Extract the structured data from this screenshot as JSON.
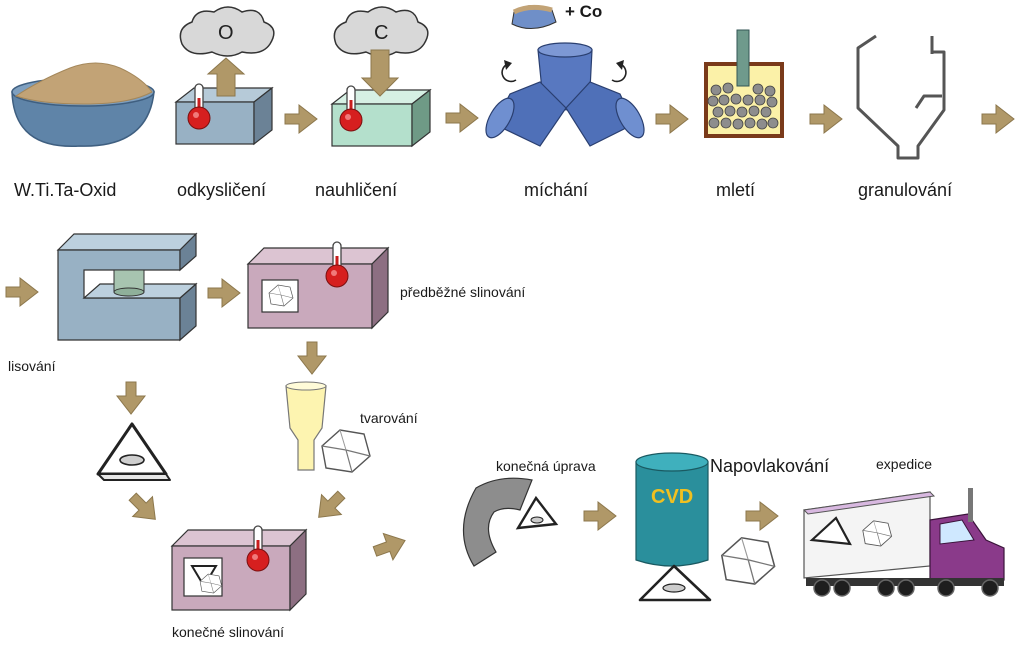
{
  "steps": {
    "oxide": "W.Ti.Ta-Oxid",
    "reduction": "odkysličení",
    "carburization": "nauhličení",
    "mixing": "míchání",
    "milling": "mletí",
    "granulation": "granulování",
    "pressing": "lisování",
    "presintering": "předběžné slinování",
    "shaping": "tvarování",
    "final_sintering": "konečné slinování",
    "final_treatment": "konečná úprava",
    "coating": "Napovlakování",
    "dispatch": "expedice"
  },
  "cloud_labels": {
    "reduction": "O",
    "carburization": "C"
  },
  "additive_label": "+ Co",
  "coating_method": "CVD",
  "colors": {
    "arrow": "#b09868",
    "powder": "#c2a376",
    "bowl": "#5f84a8",
    "furnace_blue": "#98b1c4",
    "furnace_green": "#b4e0cc",
    "mixer": "#5878c0",
    "sinter_box": "#c9a9bc",
    "cvd_cylinder": "#2a8f9c",
    "truck_purple": "#8a3a8a"
  }
}
